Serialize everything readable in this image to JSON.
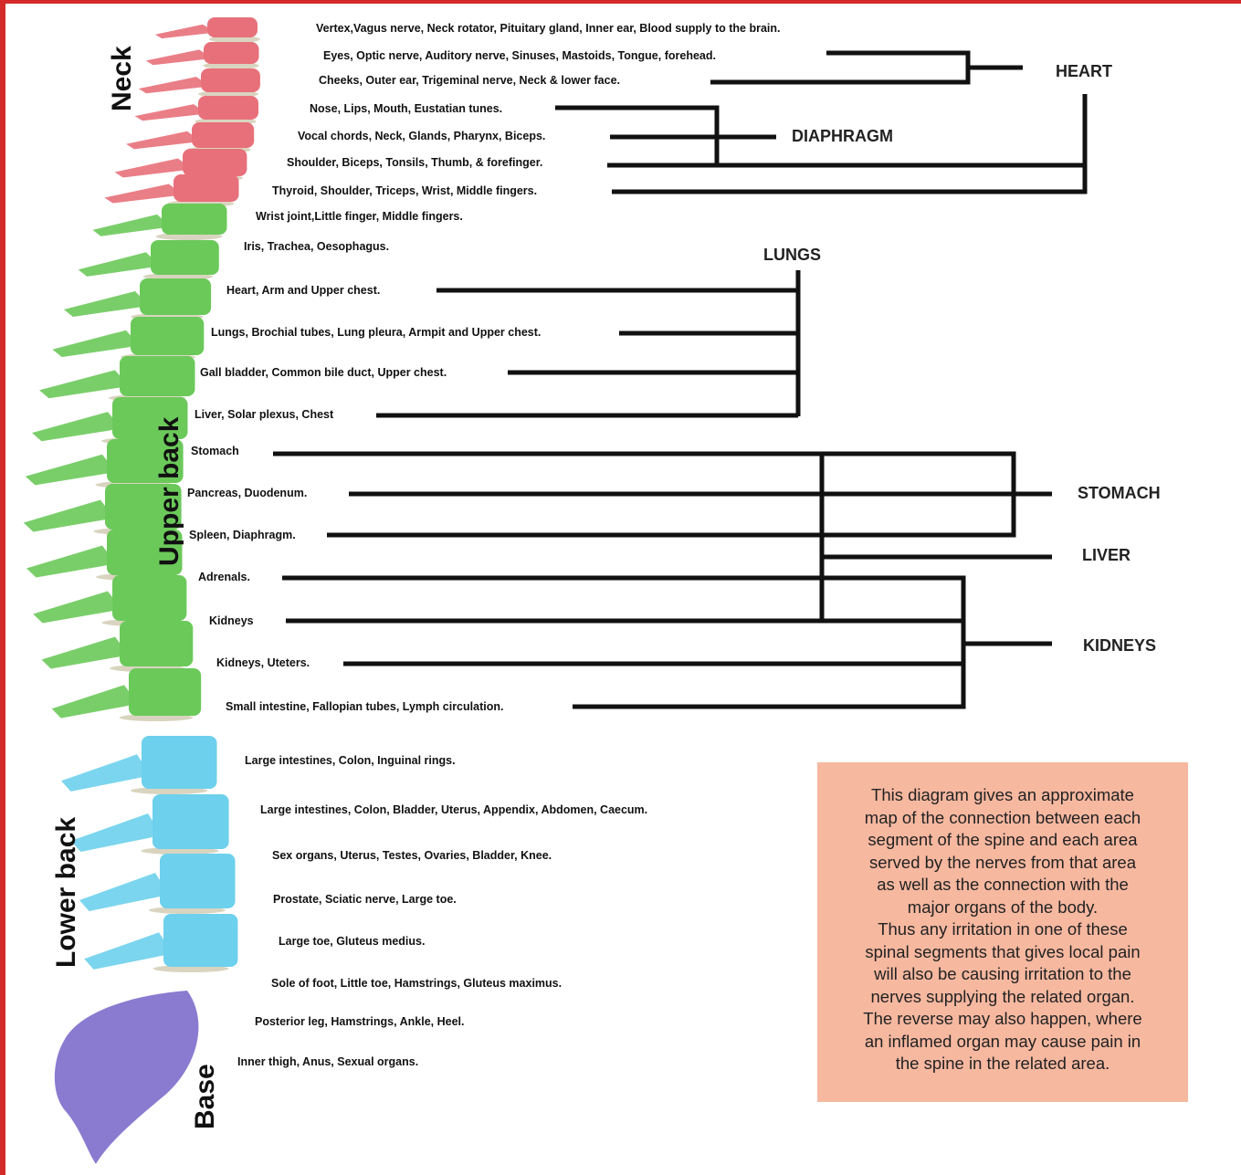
{
  "regions": {
    "neck": "Neck",
    "upper_back": "Upper back",
    "lower_back": "Lower back",
    "base": "Base"
  },
  "segments": [
    "Vertex,Vagus nerve, Neck rotator, Pituitary gland, Inner ear, Blood supply to the brain.",
    "Eyes, Optic nerve, Auditory nerve, Sinuses, Mastoids, Tongue, forehead.",
    "Cheeks, Outer ear, Trigeminal nerve, Neck & lower face.",
    "Nose, Lips, Mouth, Eustatian tunes.",
    "Vocal chords, Neck, Glands, Pharynx, Biceps.",
    "Shoulder, Biceps, Tonsils, Thumb, & forefinger.",
    "Thyroid, Shoulder, Triceps, Wrist, Middle fingers.",
    "Wrist joint,Little finger, Middle fingers.",
    "Iris, Trachea, Oesophagus.",
    "Heart, Arm and Upper chest.",
    "Lungs, Brochial tubes, Lung pleura, Armpit and Upper chest.",
    "Gall bladder, Common bile duct, Upper chest.",
    "Liver, Solar plexus, Chest",
    "Stomach",
    "Pancreas, Duodenum.",
    "Spleen, Diaphragm.",
    "Adrenals.",
    "Kidneys",
    "Kidneys, Uteters.",
    "Small intestine, Fallopian tubes, Lymph circulation.",
    "Large intestines, Colon, Inguinal rings.",
    "Large intestines, Colon, Bladder, Uterus, Appendix, Abdomen, Caecum.",
    "Sex organs, Uterus, Testes, Ovaries, Bladder, Knee.",
    "Prostate, Sciatic nerve, Large toe.",
    "Large toe, Gluteus medius.",
    "Sole of foot, Little toe, Hamstrings, Gluteus maximus.",
    "Posterior leg, Hamstrings, Ankle, Heel.",
    "Inner thigh, Anus, Sexual organs."
  ],
  "organs": {
    "heart": "HEART",
    "diaphragm": "DIAPHRAGM",
    "lungs": "LUNGS",
    "stomach": "STOMACH",
    "liver": "LIVER",
    "kidneys": "KIDNEYS"
  },
  "note": [
    "This diagram gives an approximate",
    "map of the connection between each",
    "segment of the spine and each area",
    "served by the nerves from that area",
    "as well as the connection with the",
    "major organs of the body.",
    "Thus any irritation in one of these",
    "spinal segments that gives local pain",
    "will also be causing irritation to the",
    "nerves supplying the related organ.",
    "The reverse may also happen, where",
    "an inflamed organ may cause pain in",
    "the spine in the related area."
  ],
  "colors": {
    "frame": "#d42a2a",
    "cervical": "#e8707a",
    "thoracic": "#6bc95a",
    "lumbar": "#6dd0ec",
    "sacral": "#8a7bd0",
    "disc": "#d9d4bf",
    "note_background": "#f7b8a0"
  }
}
